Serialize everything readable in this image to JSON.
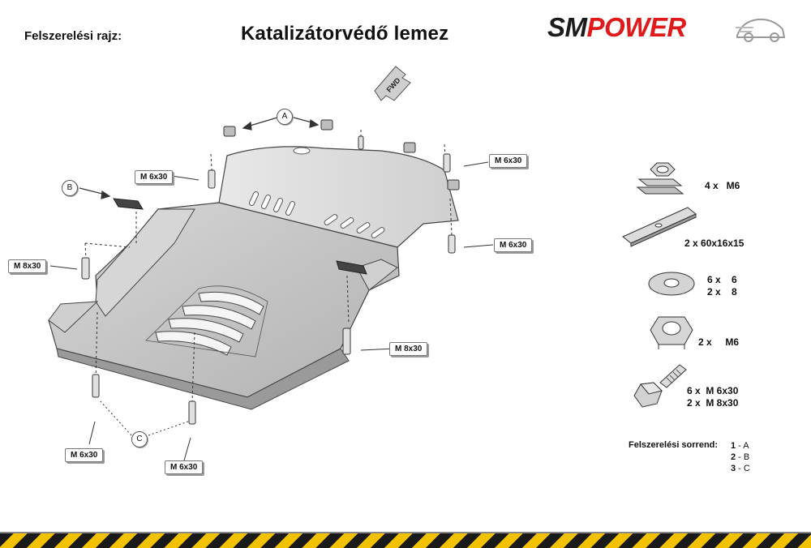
{
  "header": {
    "label": "Felszerelési rajz:",
    "title": "Katalizátorvédő lemez"
  },
  "logo": {
    "sm": "SM",
    "power": "POWER"
  },
  "fwd": "FWD",
  "callouts": {
    "m6x30_top_left": "M 6x30",
    "m6x30_top_right": "M 6x30",
    "m6x30_mid_right": "M 6x30",
    "m8x30_left": "M 8x30",
    "m8x30_right": "M 8x30",
    "m6x30_bottom_left": "M 6x30",
    "m6x30_bottom_mid": "M 6x30"
  },
  "markers": {
    "a": "A",
    "b": "B",
    "c": "C"
  },
  "parts": [
    {
      "icon": "cage-nut-icon",
      "text": "4 x   M6"
    },
    {
      "icon": "plate-icon",
      "text": "2 x 60x16x15"
    },
    {
      "icon": "washer-icon",
      "text": "6 x    6\n2 x    8"
    },
    {
      "icon": "hex-nut-icon",
      "text": "2 x     M6"
    },
    {
      "icon": "bolt-icon",
      "text": "6 x  M 6x30\n2 x  M 8x30"
    }
  ],
  "sequence": {
    "label": "Felszerelési sorrend:",
    "steps": [
      {
        "num": "1",
        "letter": "A"
      },
      {
        "num": "2",
        "letter": "B"
      },
      {
        "num": "3",
        "letter": "C"
      }
    ]
  }
}
